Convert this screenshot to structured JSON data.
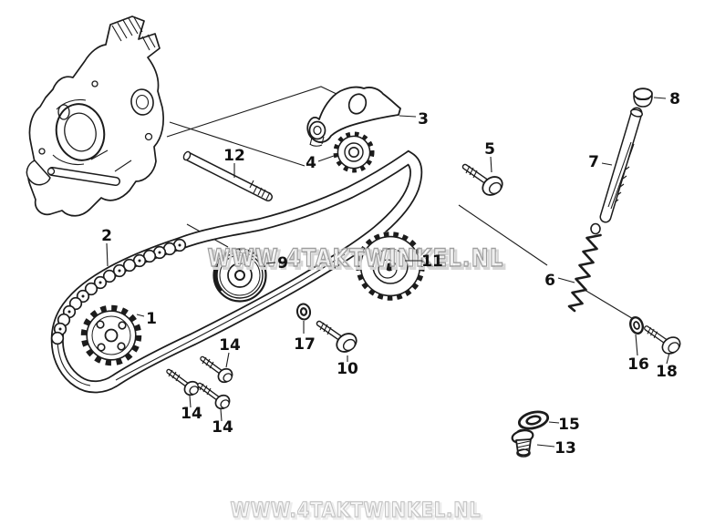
{
  "diagram": {
    "watermarks": {
      "center": "WWW.4TAKTWINKEL.NL",
      "bottom": "WWW.4TAKTWINKEL.NL"
    },
    "colors": {
      "background": "#ffffff",
      "line_art": "#1c1c1c",
      "watermark_outline": "#9e9e9e",
      "watermark_shadow": "#d7d7d7"
    },
    "part_labels": [
      "1",
      "2",
      "3",
      "4",
      "5",
      "6",
      "7",
      "8",
      "9",
      "10",
      "11",
      "12",
      "13",
      "14",
      "15",
      "16",
      "17",
      "18"
    ]
  }
}
